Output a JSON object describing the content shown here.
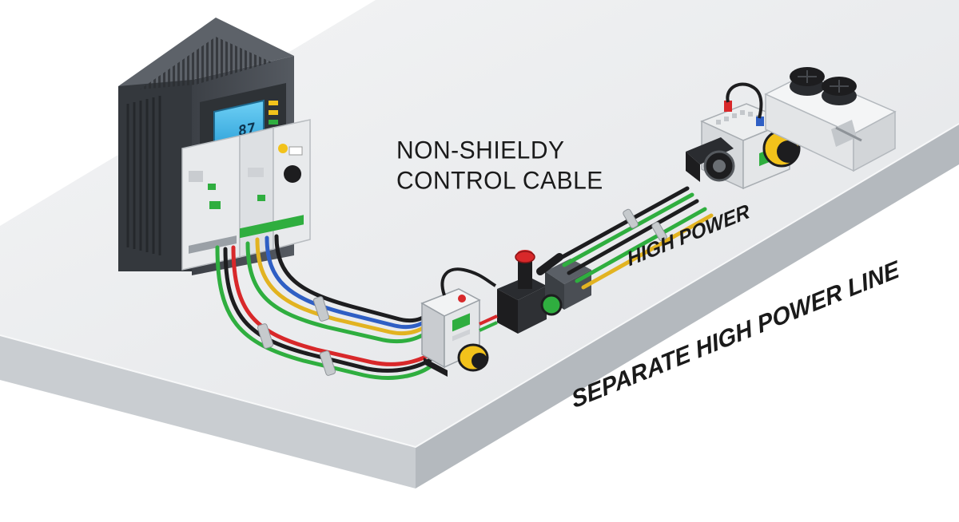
{
  "labels": {
    "control_cable_line1": "NON-SHIELDY",
    "control_cable_line2": "CONTROL CABLE",
    "high_power": "HIGH POWER",
    "separate_line": "SEPARATE HIGH POWER LINE"
  },
  "controller_display": {
    "readout": "87"
  },
  "colors": {
    "platform_top": "#e9ebed",
    "platform_side": "#c4c8cc",
    "cabinet": "#4a4e54",
    "module": "#e8eaec",
    "display": "#3fb6e8",
    "wire_green": "#2fae3f",
    "wire_red": "#d8282a",
    "wire_black": "#1d1d1f",
    "wire_blue": "#2f5fc4",
    "wire_yellow": "#e2b321",
    "accent_yellow": "#f2c21b"
  }
}
